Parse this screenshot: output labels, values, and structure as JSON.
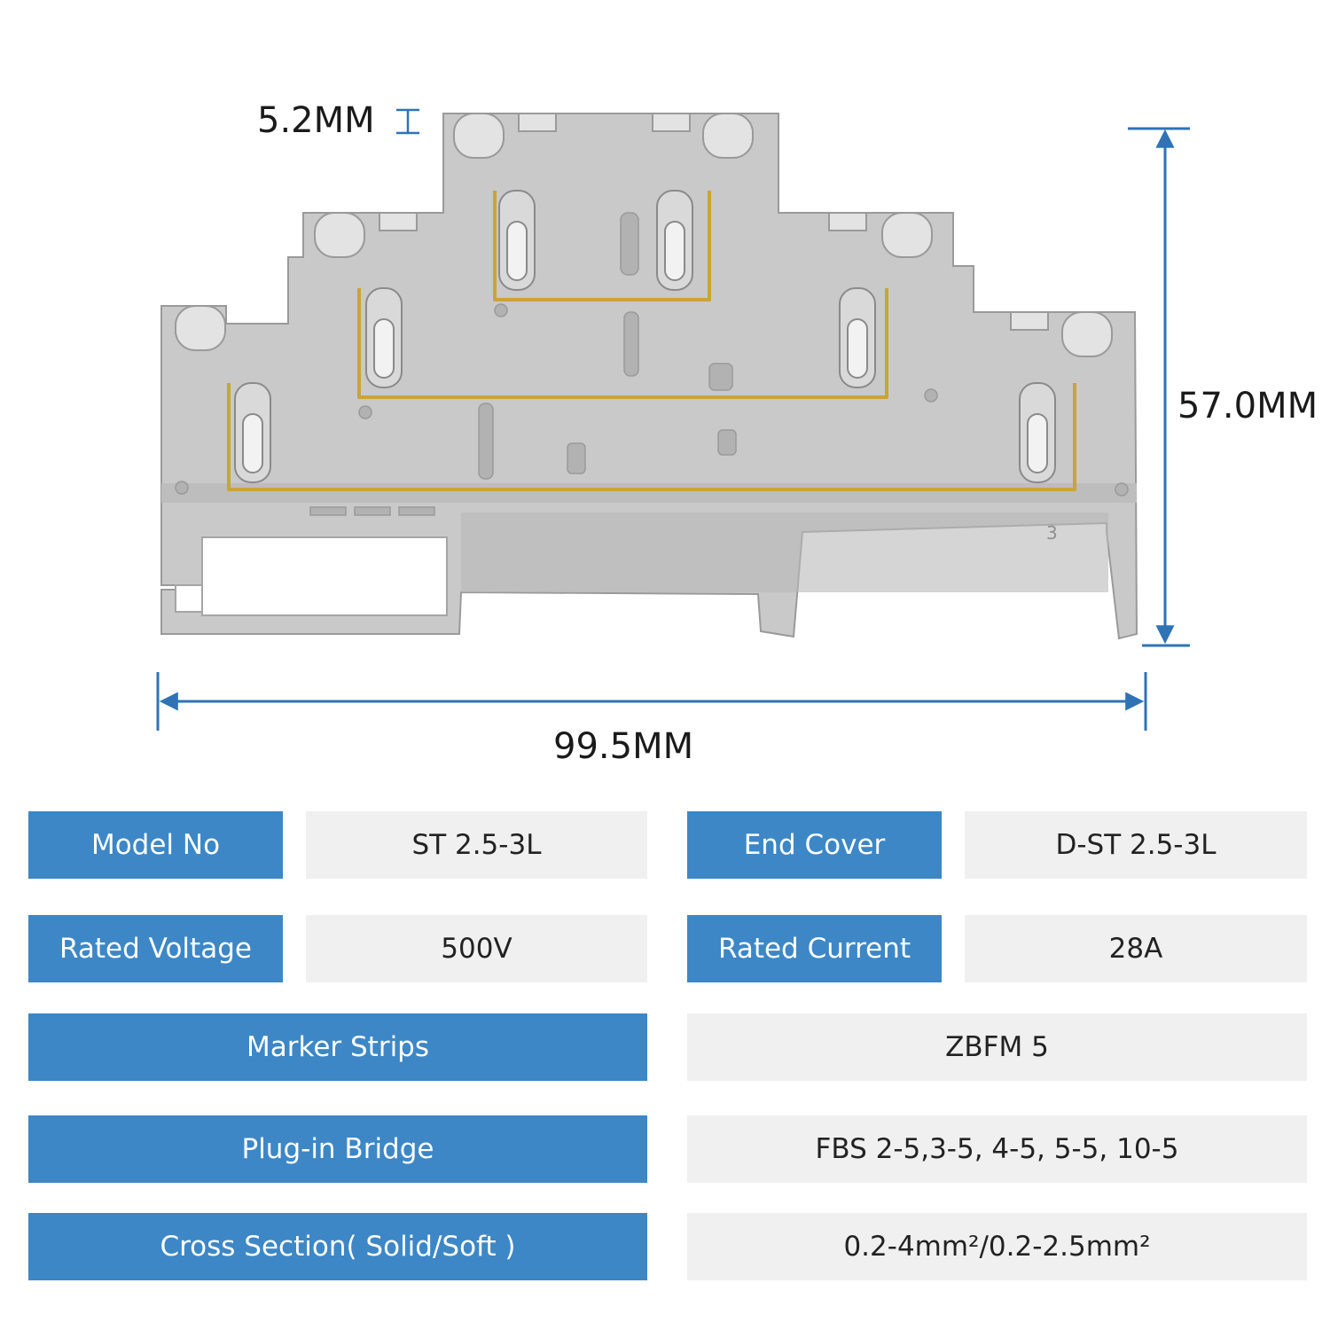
{
  "dimensions": {
    "thickness": "5.2MM",
    "height": "57.0MM",
    "width": "99.5MM"
  },
  "part_marking": "3",
  "colors": {
    "header_blue": "#3d87c6",
    "value_gray": "#f0f0f0",
    "body_gray": "#c9c9c9",
    "contact_brass": "#c9a437",
    "dimension_blue": "#2f73b6"
  },
  "specs": {
    "model_no_label": "Model No",
    "model_no_value": "ST 2.5-3L",
    "end_cover_label": "End Cover",
    "end_cover_value": "D-ST 2.5-3L",
    "rated_voltage_label": "Rated Voltage",
    "rated_voltage_value": "500V",
    "rated_current_label": "Rated Current",
    "rated_current_value": "28A",
    "marker_strips_label": "Marker Strips",
    "marker_strips_value": "ZBFM 5",
    "plug_in_bridge_label": "Plug-in Bridge",
    "plug_in_bridge_value": "FBS 2-5,3-5, 4-5, 5-5, 10-5",
    "cross_section_label": "Cross Section( Solid/Soft )",
    "cross_section_value": "0.2-4mm²/0.2-2.5mm²"
  }
}
